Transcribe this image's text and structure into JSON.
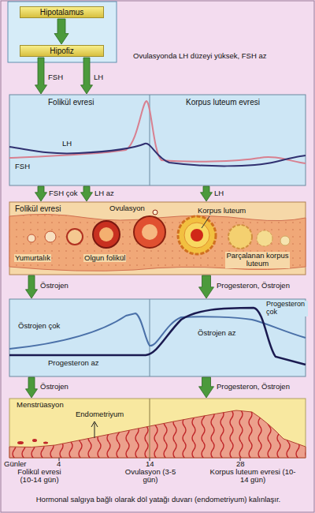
{
  "diagram": {
    "caption": "Hormonal salgıya bağlı olarak döl yatağı duvarı (endometriyum) kalınlaşır.",
    "nodes": [
      {
        "text": [
          "Hipotalamus"
        ]
      },
      {
        "text": [
          "Hipofiz"
        ]
      },
      {
        "text": [
          "Folikül evresi",
          "Korpus luteum evresi",
          "LH",
          "FSH"
        ]
      },
      {
        "text": [
          "Folikül evresi",
          "Ovulasyon",
          "Korpus luteum",
          "Yumurtalık",
          "Olgun folikül",
          "Parçalanan korpus luteum"
        ]
      },
      {
        "text": [
          "Östrojen çok",
          "Progesteron az",
          "Progesteron çok",
          "Östrojen az"
        ]
      },
      {
        "text": [
          "Menstrüasyon",
          "Endometriyum"
        ]
      }
    ],
    "edges": [
      {
        "from": 0,
        "to": 1,
        "arrow": "to"
      },
      {
        "from": 1,
        "to": 2,
        "label": "FSH",
        "arrow": "to"
      },
      {
        "from": 1,
        "to": 2,
        "label": "LH",
        "arrow": "to"
      },
      {
        "from": 2,
        "to": 3,
        "label": "FSH çok",
        "arrow": "to"
      },
      {
        "from": 2,
        "to": 3,
        "label": "LH az",
        "arrow": "to"
      },
      {
        "from": 2,
        "to": 3,
        "label": "LH",
        "arrow": "to"
      },
      {
        "from": 3,
        "to": 4,
        "label": "Östrojen",
        "arrow": "to"
      },
      {
        "from": 3,
        "to": 4,
        "label": "Progesteron, Östrojen",
        "arrow": "to"
      },
      {
        "from": 4,
        "to": 5,
        "label": "Östrojen",
        "arrow": "to"
      },
      {
        "from": 4,
        "to": 5,
        "label": "Progesteron, Östrojen",
        "arrow": "to"
      }
    ],
    "labels": [
      "Ovulasyonda LH düzeyi yüksek, FSH az",
      "Günler",
      "4",
      "14",
      "28",
      "Folikül evresi (10-14 gün)",
      "Ovulasyon (3-5 gün)",
      "Korpus luteum evresi (10-14 gün)"
    ]
  }
}
